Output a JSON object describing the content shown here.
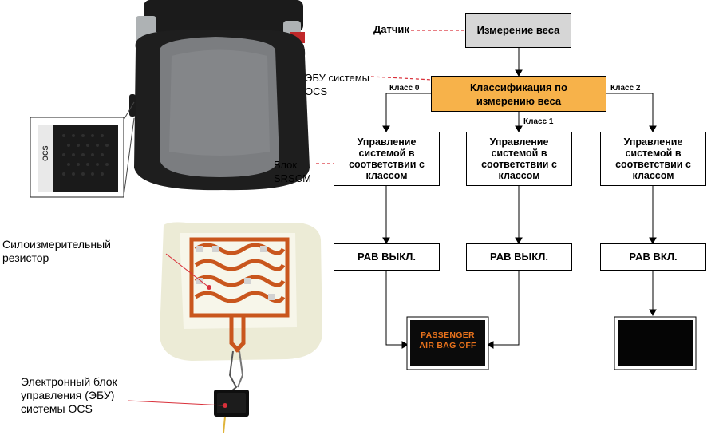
{
  "labels": {
    "sensor": "Датчик",
    "ecu_ocs": "ЭБУ системы\nOCS",
    "srscm": "Блок\nSRSCM",
    "resistor": "Силоизмерительный\nрезистор",
    "ecu_full": "Электронный блок\nуправления (ЭБУ)\nсистемы OCS",
    "seat_tag": "OCS"
  },
  "boxes": {
    "weight": "Измерение веса",
    "classify": "Классификация по измерению веса",
    "control": "Управление системой в соответствии с классом",
    "pab_off": "PAB ВЫКЛ.",
    "pab_on": "PAB ВКЛ."
  },
  "classes": {
    "c0": "Класс 0",
    "c1": "Класс 1",
    "c2": "Класс 2"
  },
  "display": {
    "passenger_text": "PASSENGER\nAIR BAG OFF"
  },
  "colors": {
    "classify_fill": "#f7b24a",
    "weight_fill": "#d6d6d6",
    "dashed": "#d9303a",
    "amber_text": "#e8721c"
  }
}
